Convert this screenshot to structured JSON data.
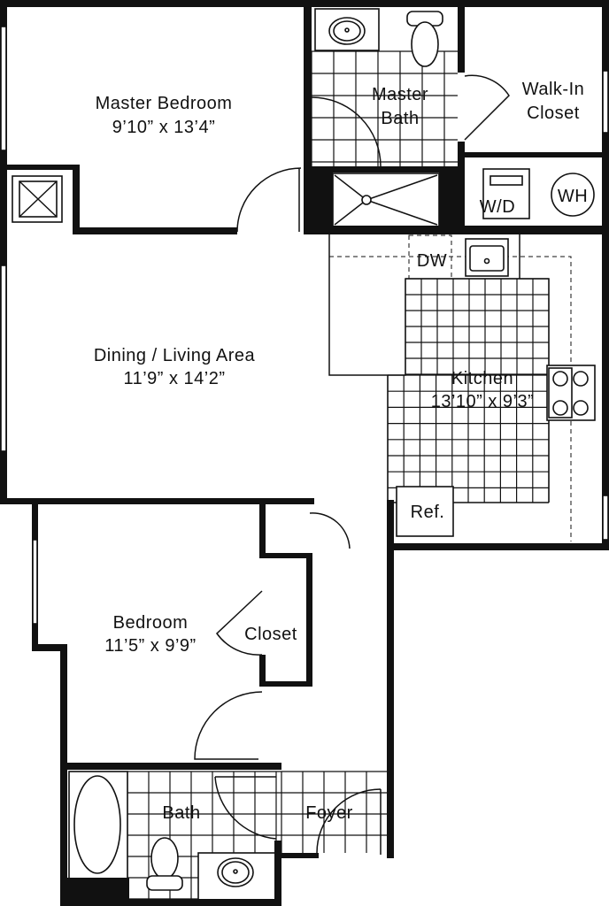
{
  "rooms": {
    "master_bedroom": {
      "name": "Master Bedroom",
      "size": "9’10” x 13’4”"
    },
    "master_bath": {
      "name_line1": "Master",
      "name_line2": "Bath"
    },
    "walk_in_closet": {
      "name_line1": "Walk-In",
      "name_line2": "Closet"
    },
    "laundry": {
      "washer_dryer": "W/D",
      "water_heater": "WH"
    },
    "dining_living": {
      "name": "Dining / Living Area",
      "size": "11’9” x 14’2”"
    },
    "kitchen": {
      "name": "Kitchen",
      "size": "13’10” x 9’3”",
      "dishwasher": "DW",
      "refrigerator": "Ref."
    },
    "bedroom": {
      "name": "Bedroom",
      "size": "11’5” x 9’9”"
    },
    "bedroom_closet": {
      "name": "Closet"
    },
    "bath": {
      "name": "Bath"
    },
    "foyer": {
      "name": "Foyer"
    }
  },
  "colors": {
    "wall": "#111111",
    "background": "#ffffff"
  }
}
